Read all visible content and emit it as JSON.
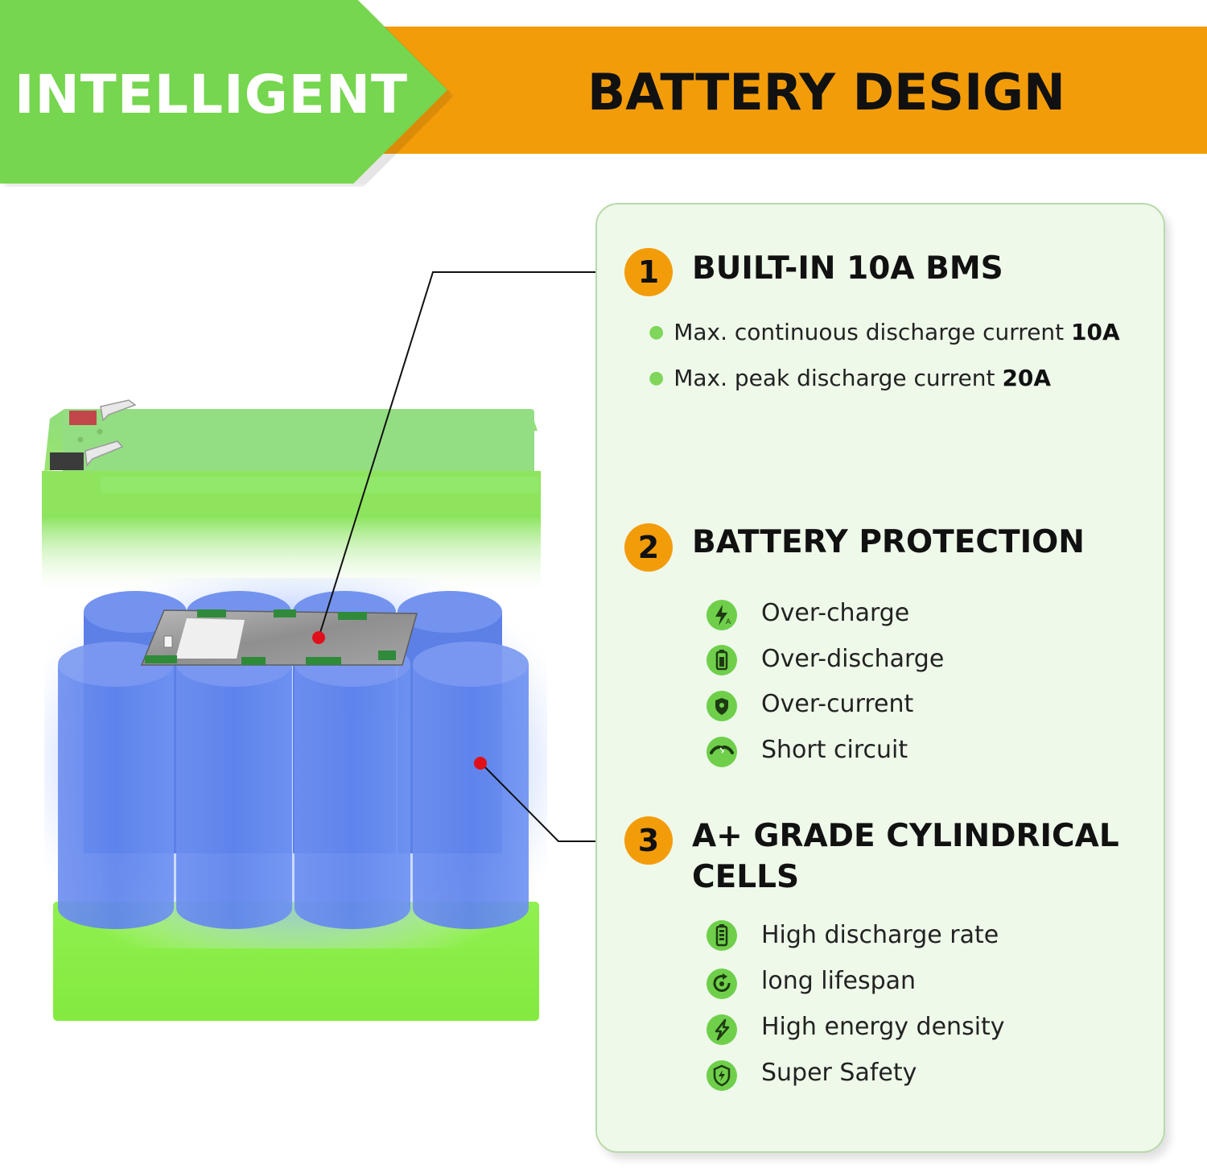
{
  "banner": {
    "left_text": "INTELLIGENT",
    "right_text": "BATTERY DESIGN"
  },
  "sections": [
    {
      "number": "1",
      "title": "BUILT-IN 10A BMS",
      "bullets": [
        {
          "text": "Max. continuous discharge current ",
          "bold": "10A"
        },
        {
          "text": "Max. peak discharge current ",
          "bold": "20A"
        }
      ]
    },
    {
      "number": "2",
      "title": "BATTERY PROTECTION",
      "features": [
        {
          "icon": "lightning-charge-icon",
          "label": "Over-charge"
        },
        {
          "icon": "battery-icon",
          "label": "Over-discharge"
        },
        {
          "icon": "shield-icon",
          "label": "Over-current"
        },
        {
          "icon": "short-circuit-icon",
          "label": "Short circuit"
        }
      ]
    },
    {
      "number": "3",
      "title_line1": "A+ GRADE CYLINDRICAL",
      "title_line2": "CELLS",
      "features": [
        {
          "icon": "battery-full-icon",
          "label": "High discharge rate"
        },
        {
          "icon": "cycle-icon",
          "label": "long lifespan"
        },
        {
          "icon": "energy-bolt-icon",
          "label": "High energy density"
        },
        {
          "icon": "safety-shield-icon",
          "label": "Super Safety"
        }
      ]
    }
  ],
  "colors": {
    "green": "#76d64f",
    "orange": "#f39c0a",
    "panel_bg": "#eef9ea",
    "cell_blue": "#5b7fe6",
    "marker_red": "#e0101a"
  }
}
